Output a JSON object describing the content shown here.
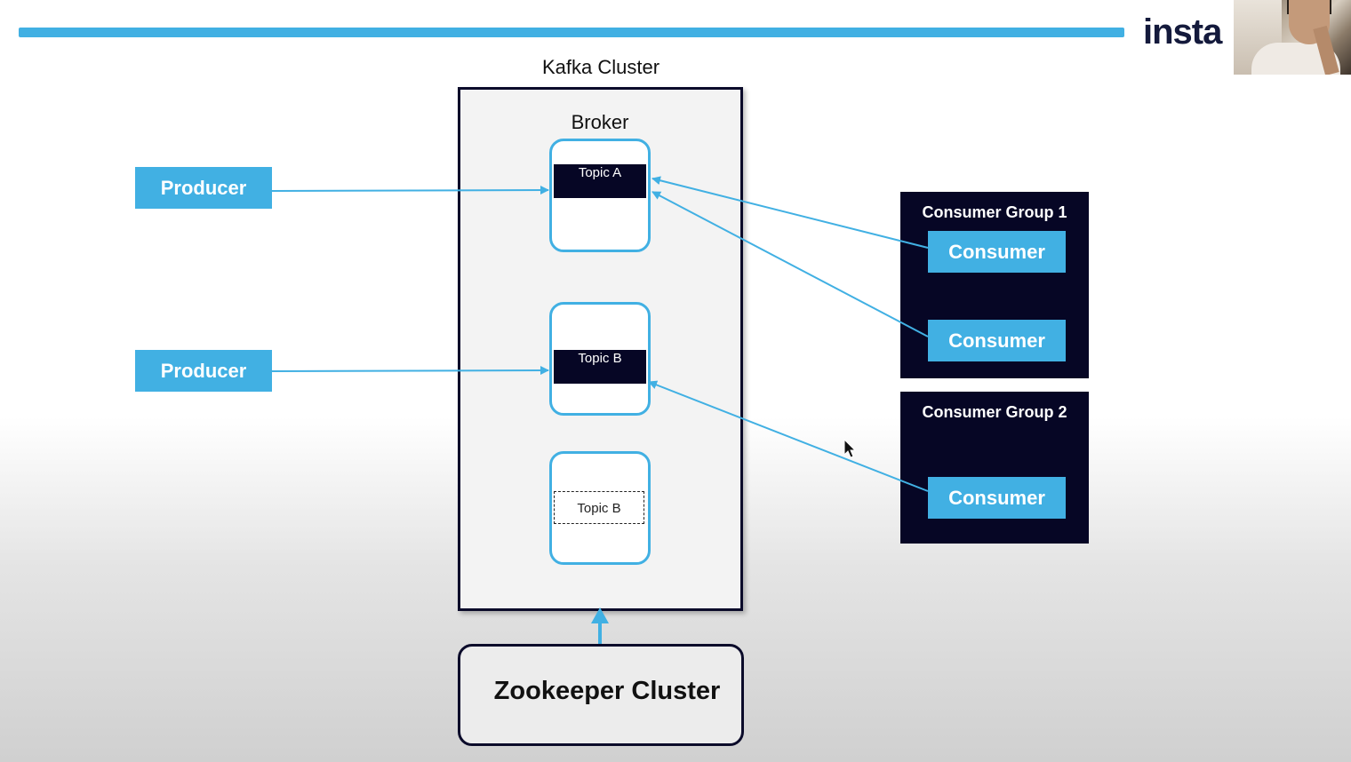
{
  "brand": {
    "logo_text": "insta"
  },
  "diagram": {
    "kafka_cluster_label": "Kafka Cluster",
    "broker_label": "Broker",
    "topics": [
      "Topic A",
      "Topic B",
      "Topic B"
    ],
    "producers": [
      "Producer",
      "Producer"
    ],
    "consumer_groups": [
      {
        "label": "Consumer Group 1",
        "consumers": [
          "Consumer",
          "Consumer"
        ]
      },
      {
        "label": "Consumer Group 2",
        "consumers": [
          "Consumer"
        ]
      }
    ],
    "zookeeper_label": "Zookeeper Cluster"
  },
  "colors": {
    "accent": "#41b0e3",
    "dark": "#060625",
    "arrow": "#41b0e3"
  }
}
